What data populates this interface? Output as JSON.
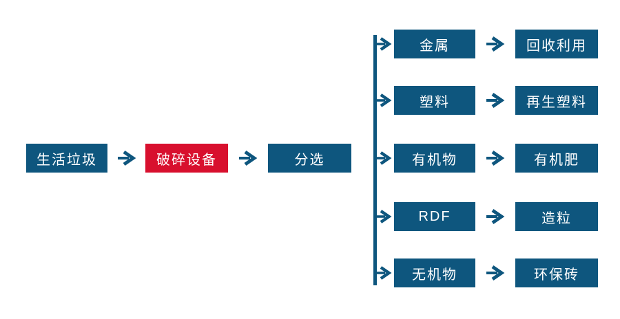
{
  "diagram": {
    "colors": {
      "node_blue": "#0E567E",
      "node_red": "#D8102E",
      "connector": "#0E567E",
      "text": "#FFFFFF"
    },
    "main_flow": [
      {
        "label": "生活垃圾",
        "variant": "blue"
      },
      {
        "label": "破碎设备",
        "variant": "red"
      },
      {
        "label": "分选",
        "variant": "blue"
      }
    ],
    "branches": [
      {
        "source": "金属",
        "target": "回收利用"
      },
      {
        "source": "塑料",
        "target": "再生塑料"
      },
      {
        "source": "有机物",
        "target": "有机肥"
      },
      {
        "source": "RDF",
        "target": "造粒"
      },
      {
        "source": "无机物",
        "target": "环保砖"
      }
    ]
  }
}
